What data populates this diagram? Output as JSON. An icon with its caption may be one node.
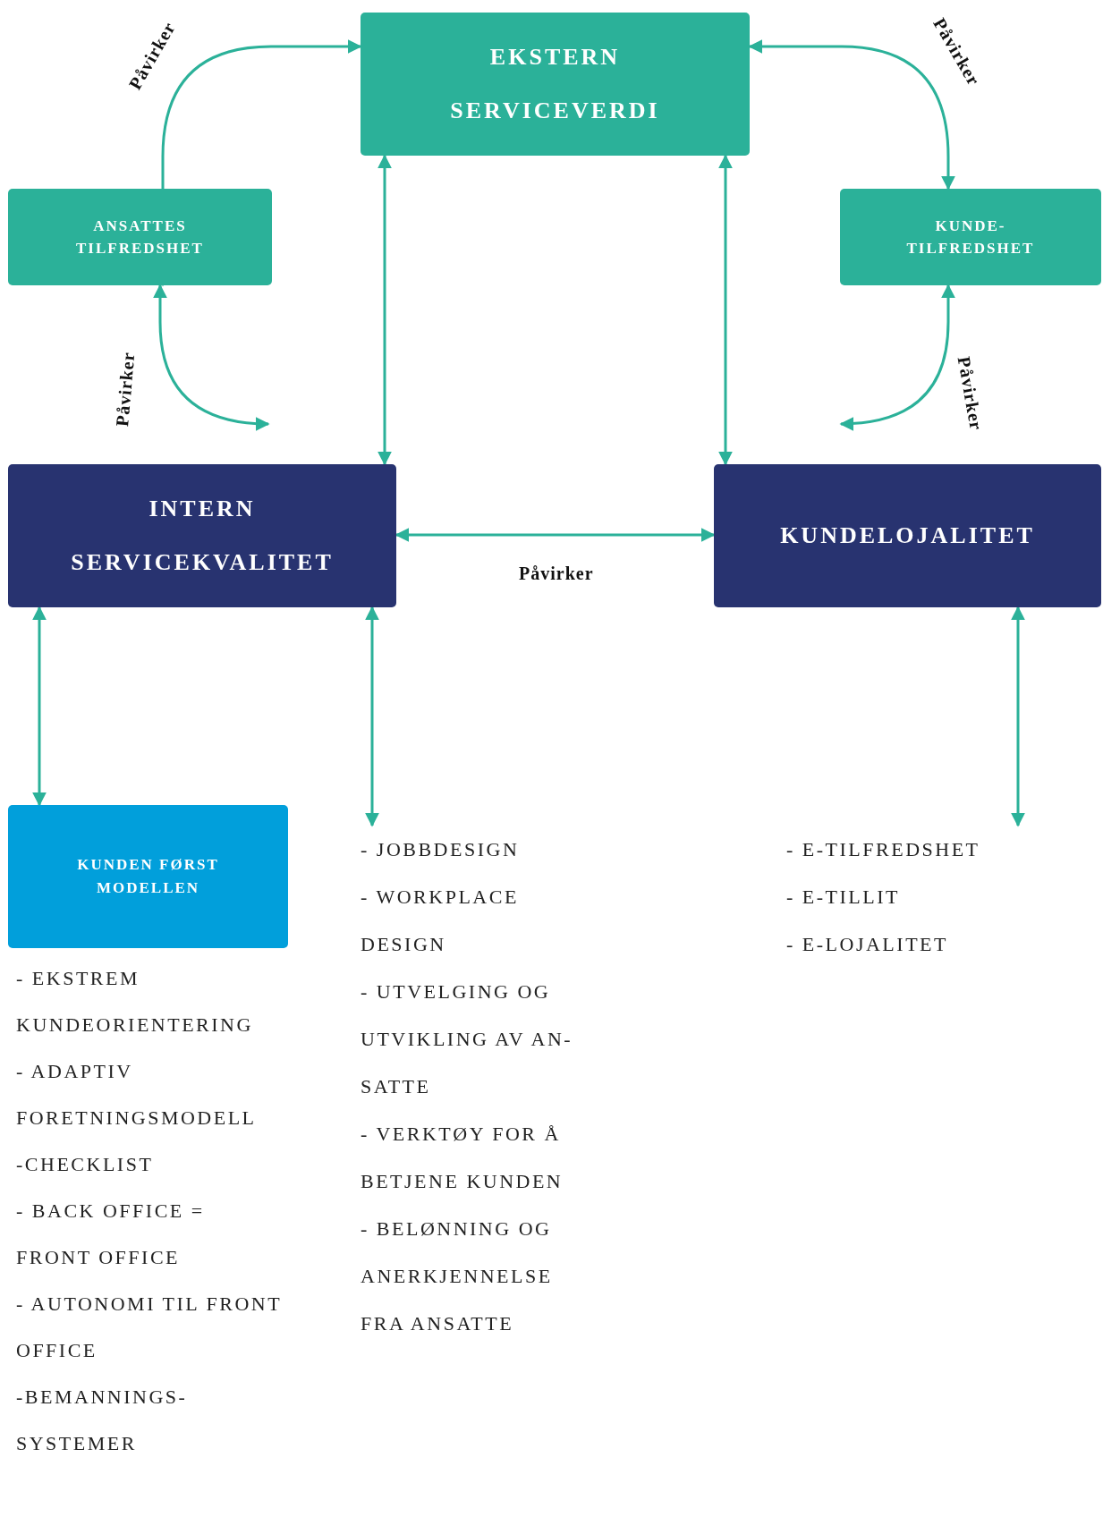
{
  "diagram": {
    "nodes": [
      {
        "text": [
          "EKSTERN SERVICEVERDI"
        ]
      },
      {
        "text": [
          "ANSATTES TILFREDSHET"
        ]
      },
      {
        "text": [
          "KUNDE- TILFREDSHET"
        ]
      },
      {
        "text": [
          "INTERN SERVICEKVALITET"
        ]
      },
      {
        "text": [
          "KUNDELOJALITET"
        ]
      },
      {
        "text": [
          "KUNDEN FØRST MODELLEN"
        ],
        "beside": [
          "- EKSTREM KUNDEORIENTERING",
          "- ADAPTIV FORETNINGSMODELL",
          "-CHECKLIST",
          "- BACK OFFICE = FRONT OFFICE",
          "- AUTONOMI TIL FRONT OFFICE",
          "-BEMANNINGS- SYSTEMER"
        ]
      },
      {
        "text": [
          "- JOBBDESIGN",
          "- WORKPLACE DESIGN",
          "- UTVELGING OG UTVIKLING AV AN- SATTE",
          "- VERKTØY FOR Å BETJENE KUNDEN",
          "- BELØNNING OG ANERKJENNELSE FRA ANSATTE"
        ]
      },
      {
        "text": [
          "- E-TILFREDSHET",
          "- E-TILLIT",
          "- E-LOJALITET"
        ]
      }
    ],
    "edges": [
      {
        "from": 1,
        "to": 0,
        "arrow": "both",
        "label": "Påvirker"
      },
      {
        "from": 0,
        "to": 2,
        "arrow": "both",
        "label": "Påvirker"
      },
      {
        "from": 1,
        "to": 3,
        "arrow": "both",
        "label": "Påvirker"
      },
      {
        "from": 2,
        "to": 4,
        "arrow": "both",
        "label": "Påvirker"
      },
      {
        "from": 0,
        "to": 3,
        "arrow": "both"
      },
      {
        "from": 0,
        "to": 4,
        "arrow": "both"
      },
      {
        "from": 3,
        "to": 4,
        "arrow": "both",
        "label": "Påvirker"
      },
      {
        "from": 3,
        "to": 5,
        "arrow": "both"
      },
      {
        "from": 3,
        "to": 6,
        "arrow": "both"
      },
      {
        "from": 4,
        "to": 7,
        "arrow": "both"
      }
    ]
  }
}
